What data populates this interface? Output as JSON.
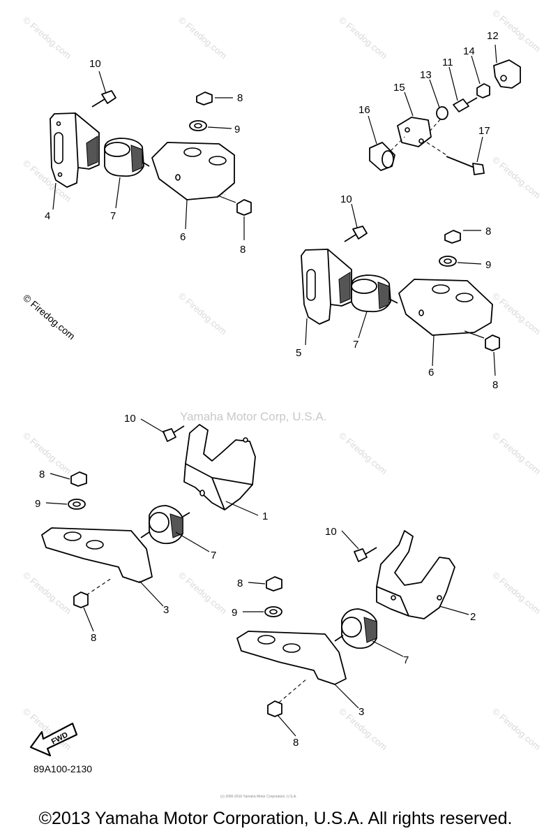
{
  "watermark": {
    "site": "© Firedog.com",
    "center": "Yamaha Motor Corp, U.S.A.",
    "tiny": "(c) 2000-2016 Yamaha Motor Corporation, U.S.A."
  },
  "callouts": {
    "c1": "1",
    "c2": "2",
    "c3a": "3",
    "c3b": "3",
    "c4": "4",
    "c5": "5",
    "c6a": "6",
    "c6b": "6",
    "c7a": "7",
    "c7b": "7",
    "c7c": "7",
    "c7d": "7",
    "c8a": "8",
    "c8b": "8",
    "c8c": "8",
    "c8d": "8",
    "c8e": "8",
    "c8f": "8",
    "c8g": "8",
    "c8h": "8",
    "c9a": "9",
    "c9b": "9",
    "c9c": "9",
    "c9d": "9",
    "c10a": "10",
    "c10b": "10",
    "c10c": "10",
    "c10d": "10",
    "c11": "11",
    "c12": "12",
    "c13": "13",
    "c14": "14",
    "c15": "15",
    "c16": "16",
    "c17": "17"
  },
  "fwd_label": "FWD",
  "part_number": "89A100-2130",
  "copyright": "©2013 Yamaha Motor Corporation, U.S.A. All rights reserved."
}
